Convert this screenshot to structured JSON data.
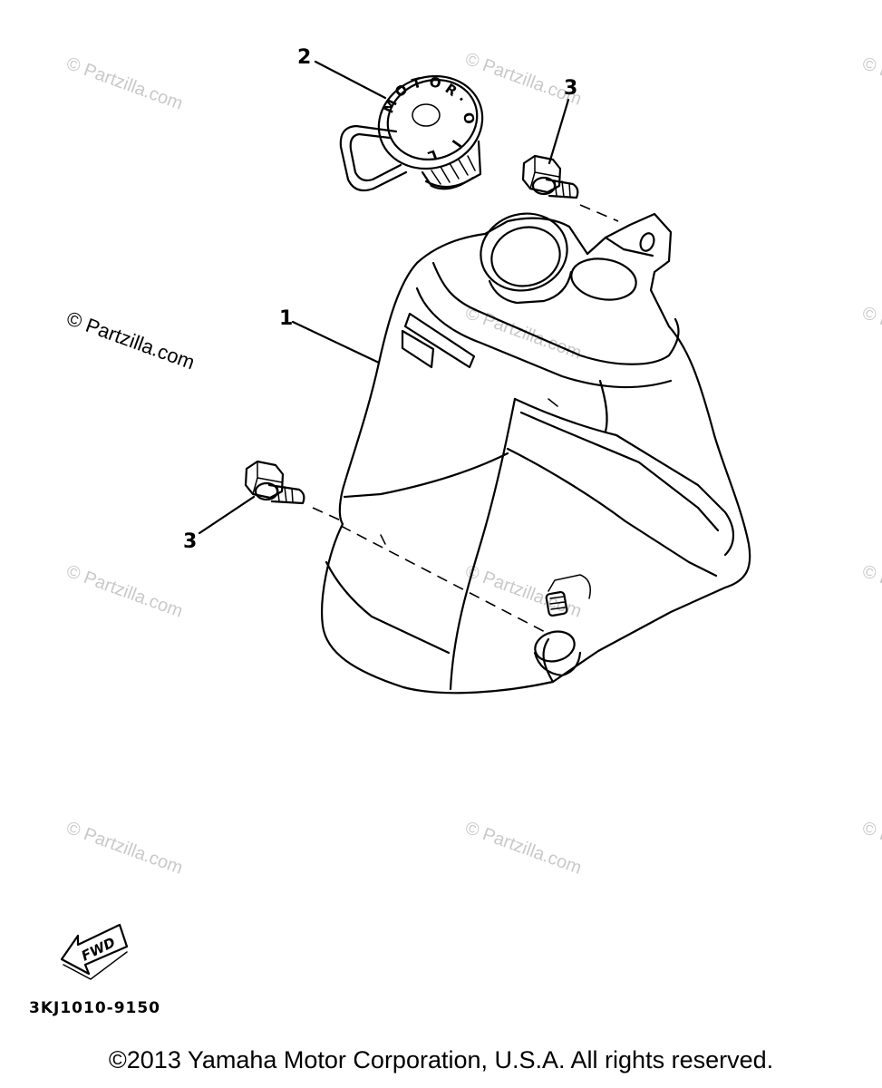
{
  "watermark": "© Partzilla.com",
  "callouts": {
    "tank": "1",
    "cap": "2",
    "bolt_upper": "3",
    "bolt_lower": "3"
  },
  "cap_lettering": [
    "M",
    "O",
    "T",
    "O",
    "R",
    "·",
    "O",
    "I",
    "L"
  ],
  "fwd_label": "FWD",
  "diagram_code": "3KJ1010-9150",
  "copyright": "©2013 Yamaha Motor Corporation, U.S.A. All rights reserved."
}
